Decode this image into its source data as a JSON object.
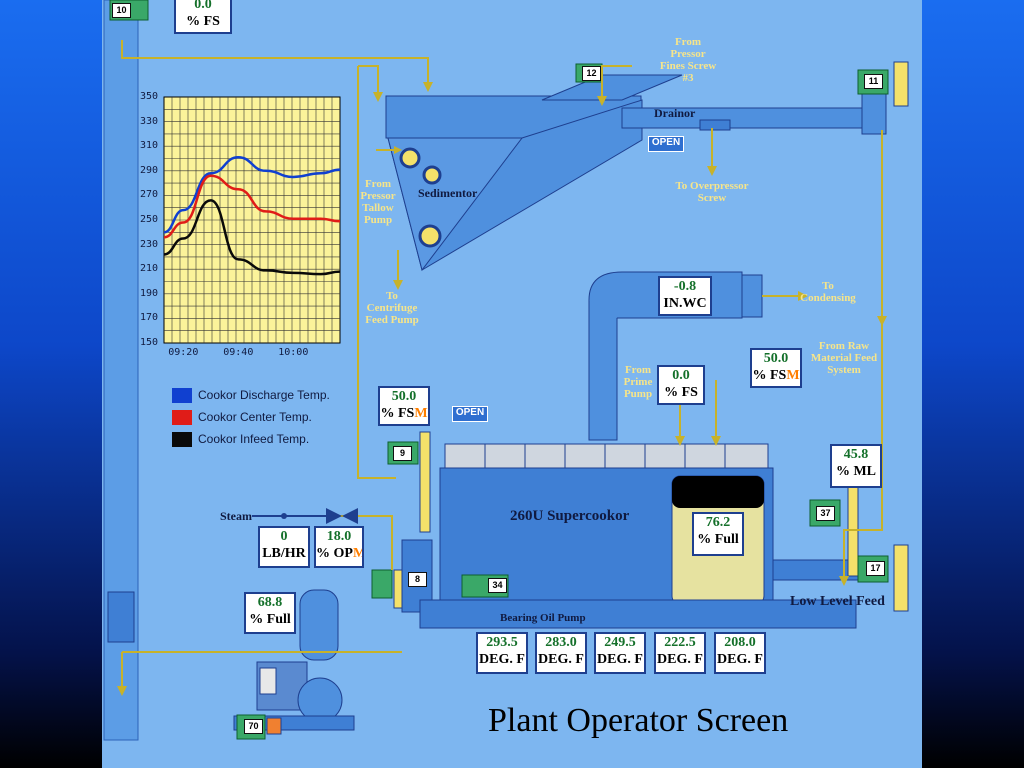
{
  "footer": "Plant Operator Screen",
  "colors": {
    "accent": "#2f6fd0",
    "value_green": "#14702a",
    "manual_orange": "#ff7f00",
    "panel": "#7db6f0",
    "pipe_yellow": "#c7b22a"
  },
  "readouts": {
    "top_fs": {
      "value": "0.0",
      "unit": "% FS"
    },
    "press_fs": {
      "value": "50.0",
      "unit": "% FS",
      "mode": "M"
    },
    "prime_fs": {
      "value": "0.0",
      "unit": "% FS"
    },
    "raw_fs": {
      "value": "50.0",
      "unit": "% FS",
      "mode": "M"
    },
    "inwc": {
      "value": "-0.8",
      "unit": "IN.WC"
    },
    "ml": {
      "value": "45.8",
      "unit": "% ML"
    },
    "steam_flow": {
      "value": "0",
      "unit": "LB/HR"
    },
    "steam_op": {
      "value": "18.0",
      "unit": "% OP",
      "mode": "M"
    },
    "cooker_level": {
      "value": "76.2",
      "unit": "% Full"
    },
    "tank_level": {
      "value": "68.8",
      "unit": "% Full"
    },
    "temps": [
      {
        "value": "293.5",
        "unit": "DEG. F"
      },
      {
        "value": "283.0",
        "unit": "DEG. F"
      },
      {
        "value": "249.5",
        "unit": "DEG. F"
      },
      {
        "value": "222.5",
        "unit": "DEG. F"
      },
      {
        "value": "208.0",
        "unit": "DEG. F"
      }
    ]
  },
  "labels": {
    "from_pressor_fines": "From Pressor Fines Screw #3",
    "drainor": "Drainor",
    "open1": "OPEN",
    "open2": "OPEN",
    "to_overpressor": "To Overpressor Screw",
    "sedimentor": "Sedimentor",
    "from_pressor_tallow": "From Pressor Tallow Pump",
    "to_centrifuge": "To Centrifuge Feed Pump",
    "to_condensing": "To Condensing",
    "from_raw": "From Raw Material Feed System",
    "from_prime": "From Prime Pump",
    "supercooker": "260U Supercookor",
    "steam": "Steam",
    "bearing_pump": "Bearing Oil Pump",
    "low_level_feed": "Low Level Feed"
  },
  "equipment_tags": [
    "10",
    "12",
    "11",
    "9",
    "37",
    "17",
    "8",
    "34",
    "70"
  ],
  "chart_data": {
    "type": "line",
    "x": [
      "09:13",
      "09:20",
      "09:30",
      "09:40",
      "09:50",
      "10:00",
      "10:10",
      "10:17"
    ],
    "xticks": [
      "09:20",
      "09:40",
      "10:00"
    ],
    "yticks": [
      "350",
      "330",
      "310",
      "290",
      "270",
      "250",
      "230",
      "210",
      "190",
      "170",
      "150"
    ],
    "ylim": [
      150,
      350
    ],
    "grid": true,
    "series": [
      {
        "name": "Cookor Discharge Temp.",
        "color": "#1040d0",
        "values": [
          240,
          258,
          288,
          301,
          290,
          285,
          288,
          291
        ]
      },
      {
        "name": "Cookor Center Temp.",
        "color": "#e01c18",
        "values": [
          236,
          248,
          286,
          275,
          257,
          251,
          251,
          249
        ]
      },
      {
        "name": "Cookor Infeed Temp.",
        "color": "#0a0a0a",
        "values": [
          222,
          235,
          266,
          218,
          209,
          207,
          206,
          208
        ]
      }
    ]
  }
}
